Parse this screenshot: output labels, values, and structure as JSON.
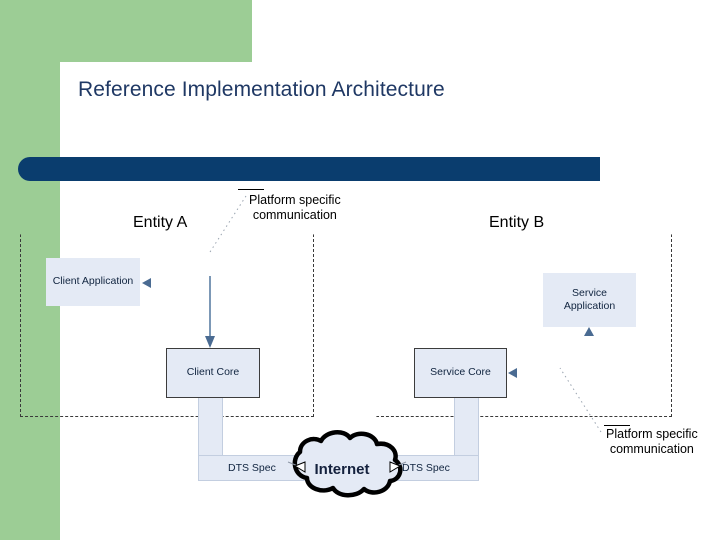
{
  "slide": {
    "title": "Reference Implementation Architecture",
    "title_color": "#1f3864",
    "accent_bar_color": "#0a3d6e",
    "band_color": "#9ccd95",
    "node_fill": "#e4eaf5"
  },
  "diagram": {
    "entities": [
      {
        "id": "entity-a",
        "label": "Entity A"
      },
      {
        "id": "entity-b",
        "label": "Entity B"
      }
    ],
    "nodes": [
      {
        "id": "client-application",
        "label": "Client Application"
      },
      {
        "id": "client-core",
        "label": "Client Core"
      },
      {
        "id": "service-core",
        "label": "Service Core"
      },
      {
        "id": "service-application",
        "label": "Service\nApplication"
      },
      {
        "id": "service-application-line1",
        "label": "Service"
      },
      {
        "id": "service-application-line2",
        "label": "Application"
      }
    ],
    "pipes": [
      {
        "id": "client-dts",
        "label": "DTS Spec"
      },
      {
        "id": "service-dts",
        "label": "DTS Spec"
      }
    ],
    "cloud": {
      "label": "Internet"
    },
    "callouts": [
      {
        "id": "callout-top",
        "line1": "Platform specific",
        "line2": "communication"
      },
      {
        "id": "callout-bottom",
        "line1": "Platform specific",
        "line2": "communication"
      }
    ]
  }
}
